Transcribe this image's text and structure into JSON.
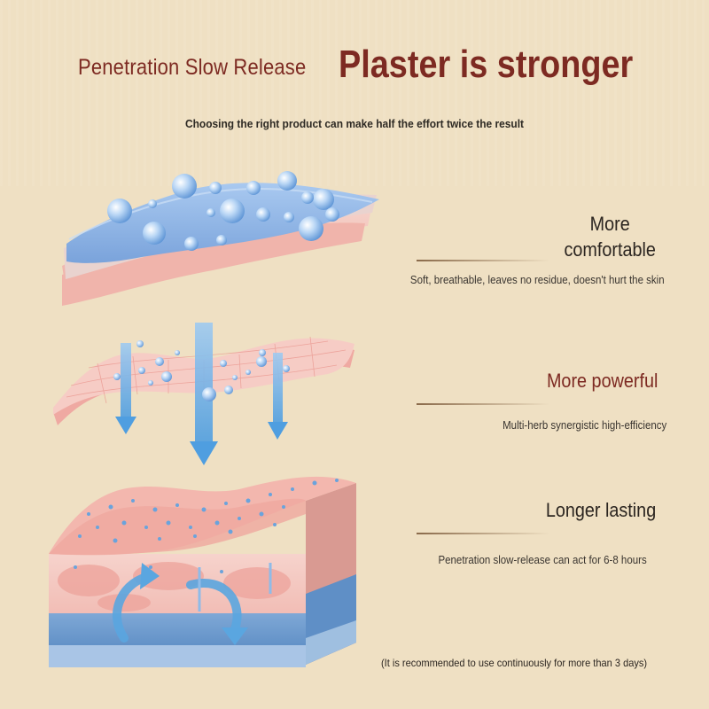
{
  "header": {
    "title_small": "Penetration Slow Release",
    "title_big": "Plaster is stronger",
    "subtitle": "Choosing the right product can make half the effort twice the result"
  },
  "features": [
    {
      "heading_line1": "More",
      "heading_line2": "comfortable",
      "description": "Soft, breathable, leaves no residue, doesn't hurt the skin"
    },
    {
      "heading": "More powerful",
      "description": "Multi-herb synergistic high-efficiency"
    },
    {
      "heading": "Longer lasting",
      "description": "Penetration slow-release can act for 6-8 hours"
    }
  ],
  "note": "(It is recommended to use continuously for more than 3 days)",
  "colors": {
    "background": "#efe0c3",
    "title_red": "#7d2a22",
    "plaster_blue": "#8fb6e6",
    "skin_pink": "#f2b9b2",
    "arrow_blue": "#5aa6e0"
  }
}
